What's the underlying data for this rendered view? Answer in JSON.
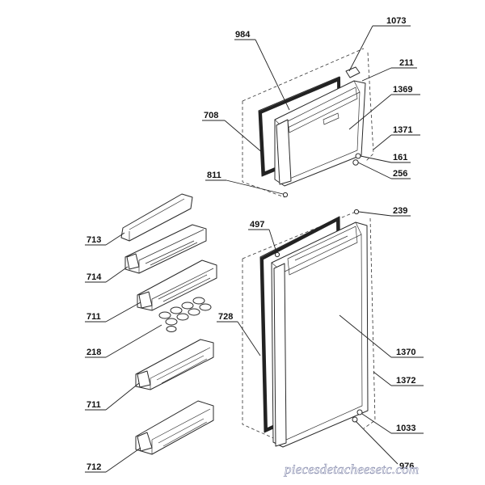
{
  "watermark": "piecesdetacheesetc.com",
  "labels": {
    "p984": "984",
    "p1073": "1073",
    "p211": "211",
    "p1369": "1369",
    "p708": "708",
    "p1371": "1371",
    "p161": "161",
    "p256": "256",
    "p811": "811",
    "p239": "239",
    "p497": "497",
    "p713": "713",
    "p714": "714",
    "p711a": "711",
    "p218": "218",
    "p728": "728",
    "p1370": "1370",
    "p711b": "711",
    "p1372": "1372",
    "p1033": "1033",
    "p712": "712",
    "p976": "976"
  }
}
